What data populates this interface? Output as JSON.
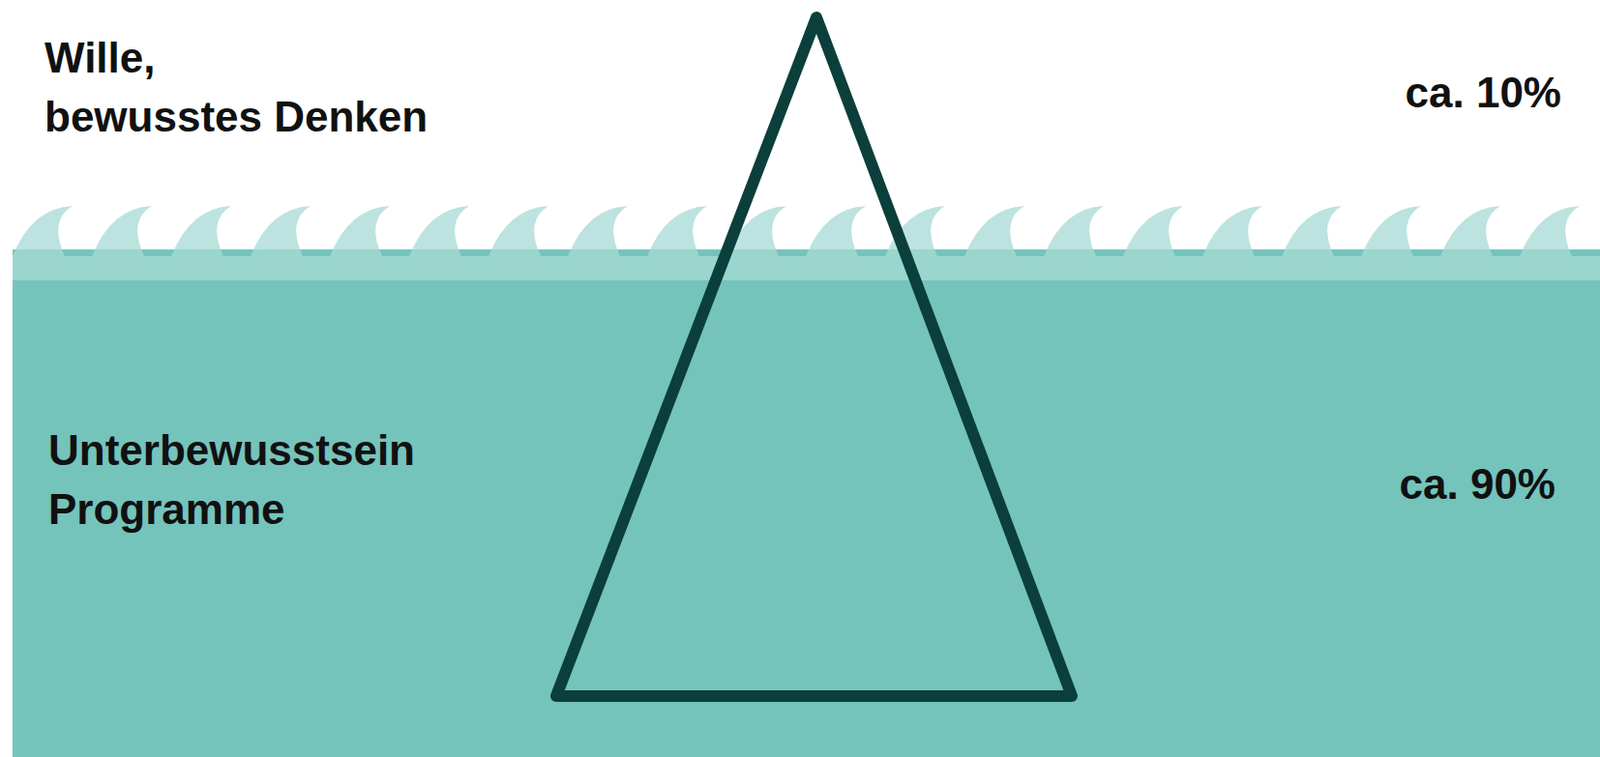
{
  "diagram": {
    "labels": [
      "Wille, bewusstes Denken",
      "ca. 10%",
      "Unterbewusstsein Programme",
      "ca. 90%"
    ]
  }
}
